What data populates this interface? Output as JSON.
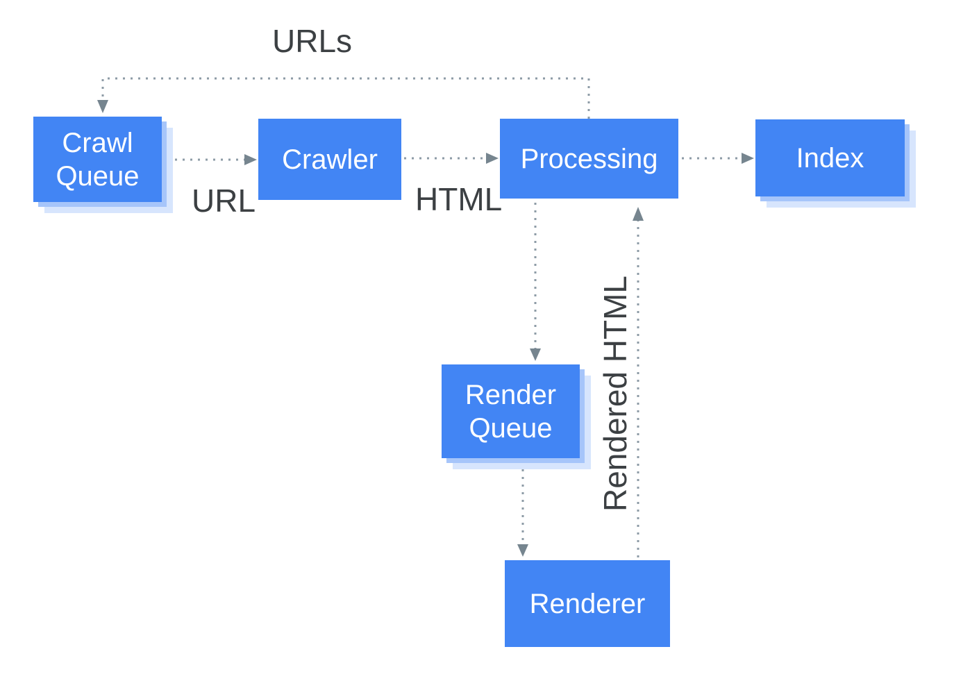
{
  "diagram": {
    "nodes": {
      "crawl_queue": {
        "label": "Crawl Queue"
      },
      "crawler": {
        "label": "Crawler"
      },
      "processing": {
        "label": "Processing"
      },
      "index": {
        "label": "Index"
      },
      "render_queue": {
        "label": "Render Queue"
      },
      "renderer": {
        "label": "Renderer"
      }
    },
    "edge_labels": {
      "urls": "URLs",
      "url": "URL",
      "html": "HTML",
      "rendered_html": "Rendered HTML"
    },
    "edges": [
      {
        "from": "processing",
        "to": "crawl_queue",
        "label": "URLs",
        "style": "dotted"
      },
      {
        "from": "crawl_queue",
        "to": "crawler",
        "label": "URL",
        "style": "dotted"
      },
      {
        "from": "crawler",
        "to": "processing",
        "label": "HTML",
        "style": "dotted"
      },
      {
        "from": "processing",
        "to": "index",
        "label": "",
        "style": "dotted"
      },
      {
        "from": "processing",
        "to": "render_queue",
        "label": "",
        "style": "dotted"
      },
      {
        "from": "render_queue",
        "to": "renderer",
        "label": "",
        "style": "dotted"
      },
      {
        "from": "renderer",
        "to": "processing",
        "label": "Rendered HTML",
        "style": "dotted"
      }
    ],
    "colors": {
      "node_fill": "#4285F4",
      "node_text": "#FFFFFF",
      "shadow_inner": "#A6C5FA",
      "shadow_outer": "#D7E5FD",
      "connector": "#8D9BA6",
      "arrowhead": "#76858F",
      "label_text": "#3C4043",
      "background": "#FFFFFF"
    }
  }
}
